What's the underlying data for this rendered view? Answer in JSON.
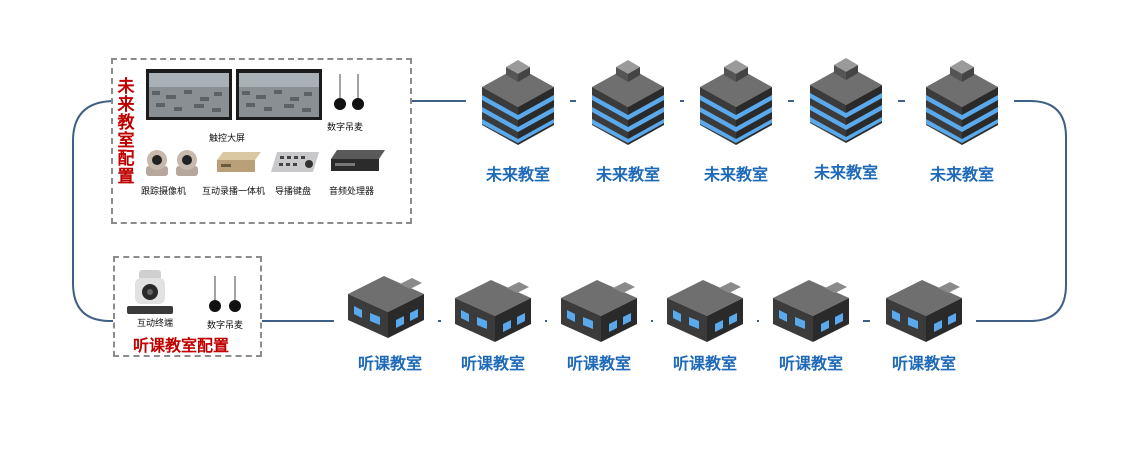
{
  "future_config": {
    "title_chars": [
      "未",
      "来",
      "教",
      "室",
      "配",
      "置"
    ],
    "devices": {
      "touch_screen": "触控大屏",
      "mic": "数字吊麦",
      "tracking_camera": "跟踪摄像机",
      "recorder": "互动录播一体机",
      "director_keyboard": "导播键盘",
      "audio_processor": "音频处理器"
    }
  },
  "listen_config": {
    "title": "听课教室配置",
    "devices": {
      "terminal": "互动终端",
      "mic": "数字吊麦"
    }
  },
  "future_rooms": [
    "未来教室",
    "未来教室",
    "未来教室",
    "未来教室",
    "未来教室"
  ],
  "listen_rooms": [
    "听课教室",
    "听课教室",
    "听课教室",
    "听课教室",
    "听课教室",
    "听课教室"
  ],
  "colors": {
    "wire": "#3e5f86",
    "title_red": "#c00000",
    "label_blue": "#1f6ab8",
    "window_blue": "#5aa9ec"
  }
}
